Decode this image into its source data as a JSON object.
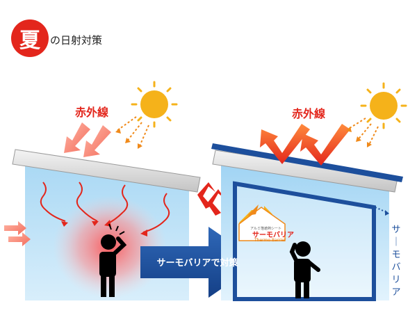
{
  "header": {
    "badge": "夏",
    "title": "の日射対策"
  },
  "labels": {
    "infrared_left": "赤外線",
    "infrared_right": "赤外線",
    "arrow_text": "サーモバリアで対策",
    "material_name": "サーモバリア"
  },
  "logo": {
    "top_line": "アルミ箔遮熱シート",
    "name": "サーモバリア",
    "sub": "Thermo Barrier"
  },
  "colors": {
    "accent_red": "#e3261c",
    "sun": "#f5b21a",
    "sky_blue": "#bfe2f7",
    "frame_blue": "#1d4f9c",
    "roof_gray": "#d9d9d9"
  }
}
